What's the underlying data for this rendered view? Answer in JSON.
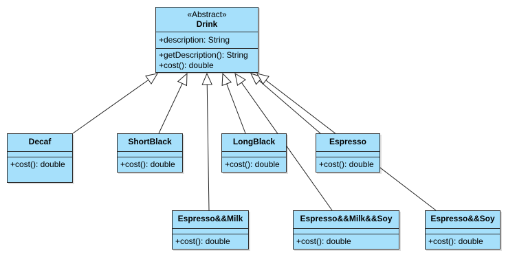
{
  "diagram": {
    "type": "uml-class",
    "abstract_class": {
      "stereotype": "«Abstract»",
      "name": "Drink",
      "attributes": [
        "+description: String"
      ],
      "operations": [
        "+getDescription(): String",
        "+cost(): double"
      ]
    },
    "subclasses": [
      {
        "name": "Decaf",
        "operations": [
          "+cost(): double"
        ]
      },
      {
        "name": "ShortBlack",
        "operations": [
          "+cost(): double"
        ]
      },
      {
        "name": "LongBlack",
        "operations": [
          "+cost(): double"
        ]
      },
      {
        "name": "Espresso",
        "operations": [
          "+cost(): double"
        ]
      },
      {
        "name": "Espresso&&Milk",
        "operations": [
          "+cost(): double"
        ]
      },
      {
        "name": "Espresso&&Milk&&Soy",
        "operations": [
          "+cost(): double"
        ]
      },
      {
        "name": "Espresso&&Soy",
        "operations": [
          "+cost(): double"
        ]
      }
    ],
    "relationships": [
      {
        "type": "generalization",
        "from": "Decaf",
        "to": "Drink"
      },
      {
        "type": "generalization",
        "from": "ShortBlack",
        "to": "Drink"
      },
      {
        "type": "generalization",
        "from": "Espresso&&Milk",
        "to": "Drink"
      },
      {
        "type": "generalization",
        "from": "LongBlack",
        "to": "Drink"
      },
      {
        "type": "generalization",
        "from": "Espresso&&Milk&&Soy",
        "to": "Drink"
      },
      {
        "type": "generalization",
        "from": "Espresso",
        "to": "Drink"
      },
      {
        "type": "generalization",
        "from": "Espresso&&Soy",
        "to": "Drink"
      }
    ],
    "colors": {
      "class_fill": "#a6e0fb",
      "border": "#2a2a2a",
      "line": "#222222"
    }
  }
}
